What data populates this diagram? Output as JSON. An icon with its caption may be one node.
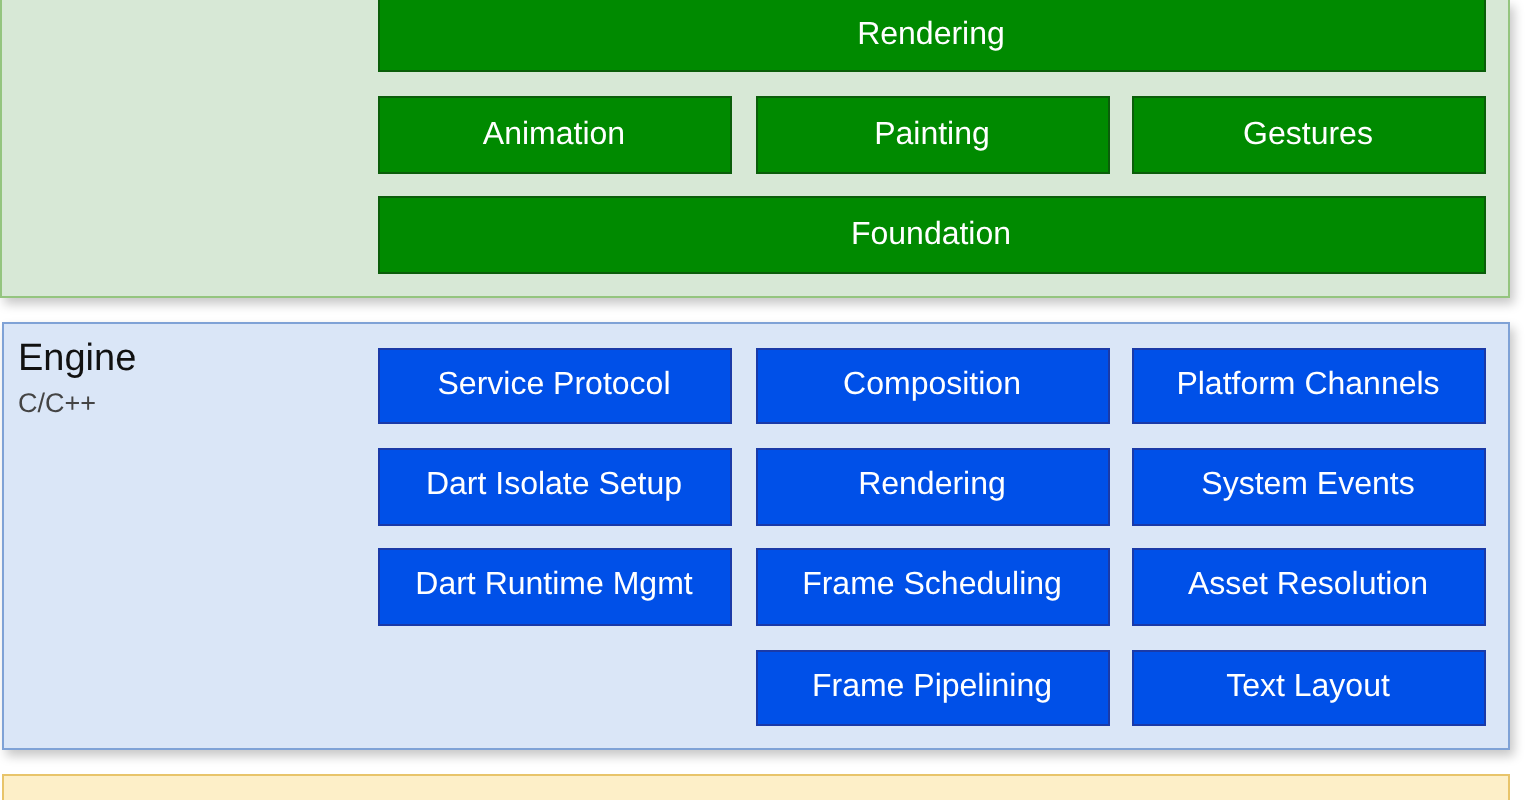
{
  "diagram": {
    "nodes": [
      {
        "text": [],
        "shape": "box"
      },
      {
        "text": [
          "Rendering"
        ],
        "in": 0
      },
      {
        "text": [
          "Animation"
        ],
        "in": 0
      },
      {
        "text": [
          "Painting"
        ],
        "in": 0
      },
      {
        "text": [
          "Gestures"
        ],
        "in": 0
      },
      {
        "text": [
          "Foundation"
        ],
        "in": 0
      },
      {
        "text": [
          "Engine",
          "C/C++"
        ]
      },
      {
        "text": [
          "Service Protocol"
        ],
        "in": 6
      },
      {
        "text": [
          "Composition"
        ],
        "in": 6
      },
      {
        "text": [
          "Platform Channels"
        ],
        "in": 6
      },
      {
        "text": [
          "Dart Isolate Setup"
        ],
        "in": 6
      },
      {
        "text": [
          "Rendering"
        ],
        "in": 6
      },
      {
        "text": [
          "System Events"
        ],
        "in": 6
      },
      {
        "text": [
          "Dart Runtime Mgmt"
        ],
        "in": 6
      },
      {
        "text": [
          "Frame Scheduling"
        ],
        "in": 6
      },
      {
        "text": [
          "Asset Resolution"
        ],
        "in": 6
      },
      {
        "text": [
          "Frame Pipelining"
        ],
        "in": 6
      },
      {
        "text": [
          "Text Layout"
        ],
        "in": 6
      },
      {
        "text": [],
        "shape": "box"
      }
    ]
  }
}
